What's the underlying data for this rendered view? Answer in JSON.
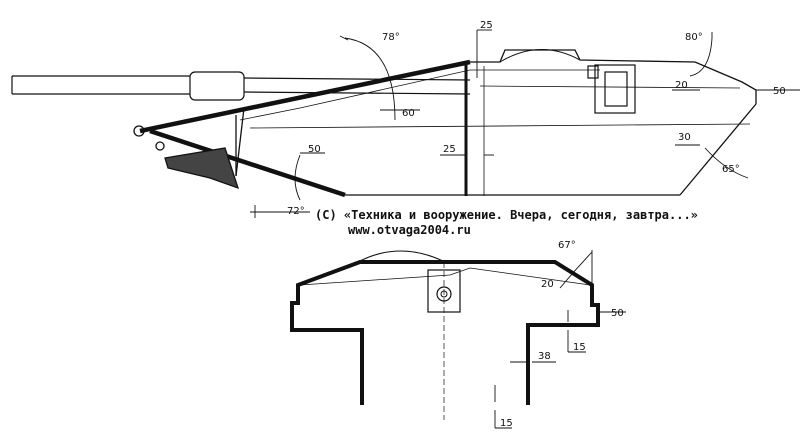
{
  "caption": {
    "line1": "(С) «Техника и вооружение. Вчера, сегодня, завтра...»",
    "line2": "www.otvaga2004.ru"
  },
  "side_view": {
    "dimensions": {
      "upper_armor_angle": "78°",
      "upper_armor_thickness": "60",
      "roof_thickness": "25",
      "rear_angle": "80°",
      "rear_upper_thickness": "20",
      "rear_wall_thickness": "50",
      "bulkhead_thickness": "25",
      "rear_lower_thickness": "30",
      "rear_lower_angle": "65°",
      "lower_front_thickness": "50",
      "lower_front_angle": "72°"
    }
  },
  "section_view": {
    "dimensions": {
      "side_angle": "67°",
      "side_upper_thickness": "20",
      "side_wall_thickness": "50",
      "step_thickness": "15",
      "lower_side_thickness": "38",
      "bottom_thickness": "15"
    }
  }
}
